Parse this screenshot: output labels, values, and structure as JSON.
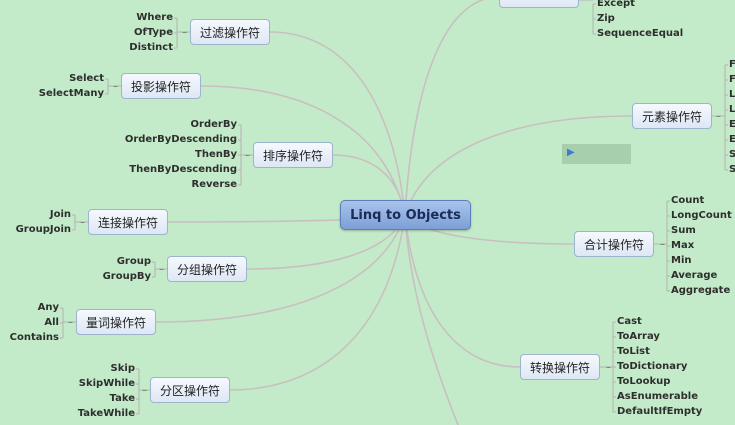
{
  "center": {
    "label": "Linq to Objects"
  },
  "branches": {
    "filter": {
      "label": "过滤操作符",
      "items": [
        "Where",
        "OfType",
        "Distinct"
      ]
    },
    "projection": {
      "label": "投影操作符",
      "items": [
        "Select",
        "SelectMany"
      ]
    },
    "ordering": {
      "label": "排序操作符",
      "items": [
        "OrderBy",
        "OrderByDescending",
        "ThenBy",
        "ThenByDescending",
        "Reverse"
      ]
    },
    "join": {
      "label": "连接操作符",
      "items": [
        "Join",
        "GroupJoin"
      ]
    },
    "grouping": {
      "label": "分组操作符",
      "items": [
        "Group",
        "GroupBy"
      ]
    },
    "quantifier": {
      "label": "量词操作符",
      "items": [
        "Any",
        "All",
        "Contains"
      ]
    },
    "partition": {
      "label": "分区操作符",
      "items": [
        "Skip",
        "SkipWhile",
        "Take",
        "TakeWhile"
      ]
    },
    "set": {
      "items": [
        "Except",
        "Zip",
        "SequenceEqual"
      ]
    },
    "element": {
      "label": "元素操作符",
      "items": [
        "F",
        "F",
        "L",
        "L",
        "E",
        "E",
        "S",
        "S"
      ]
    },
    "aggregate": {
      "label": "合计操作符",
      "items": [
        "Count",
        "LongCount",
        "Sum",
        "Max",
        "Min",
        "Average",
        "Aggregate"
      ]
    },
    "conversion": {
      "label": "转换操作符",
      "items": [
        "Cast",
        "ToArray",
        "ToList",
        "ToDictionary",
        "ToLookup",
        "AsEnumerable",
        "DefaultIfEmpty"
      ]
    }
  },
  "play_icon": "▶"
}
